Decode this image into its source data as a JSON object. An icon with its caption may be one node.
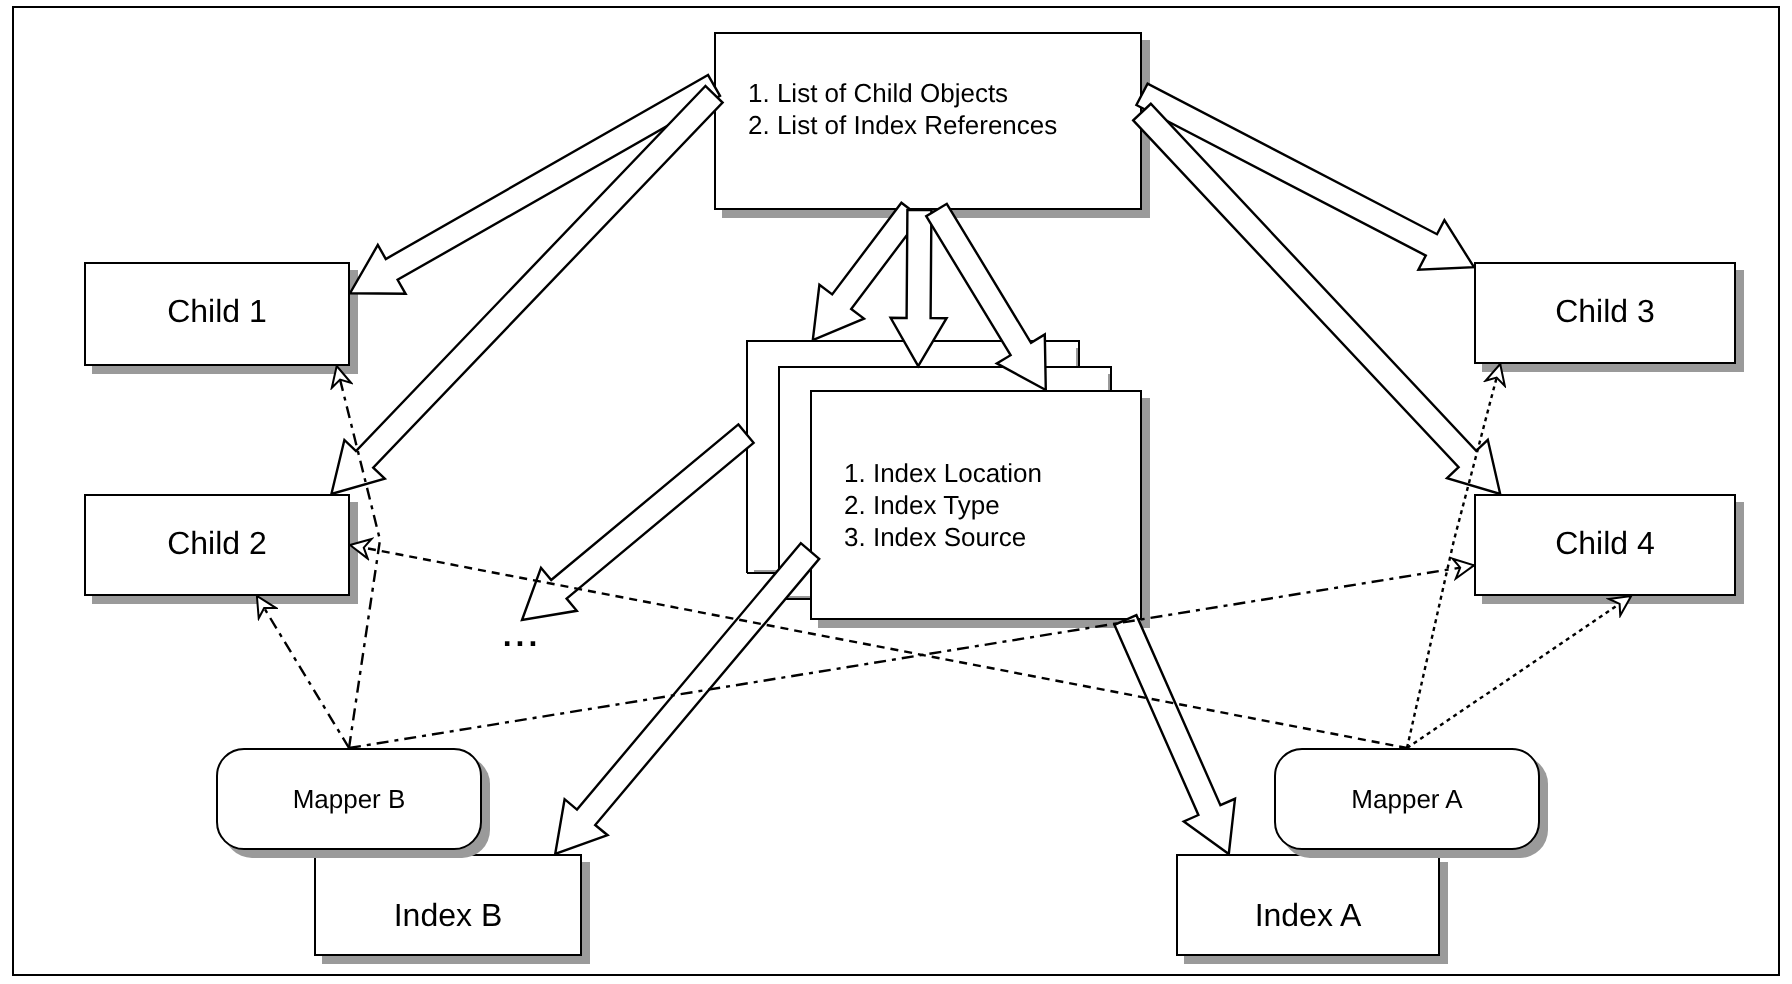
{
  "diagram": {
    "nodes": [
      {
        "text": [
          "1. List of Child Objects",
          "2. List of Index References"
        ]
      },
      {
        "text": [
          "Child 1"
        ]
      },
      {
        "text": [
          "Child 2"
        ]
      },
      {
        "text": [
          "Child 3"
        ]
      },
      {
        "text": [
          "Child 4"
        ]
      },
      {
        "text": [],
        "shape": "box"
      },
      {
        "text": [],
        "shape": "box"
      },
      {
        "text": [
          "1. Index Location",
          "2. Index Type",
          "3. Index Source"
        ]
      },
      {
        "text": [
          "..."
        ]
      },
      {
        "text": [
          "Mapper B"
        ]
      },
      {
        "text": [
          "Index B"
        ]
      },
      {
        "text": [
          "Mapper A"
        ]
      },
      {
        "text": [
          "Index A"
        ]
      }
    ],
    "edges": [
      {
        "from": 0,
        "to": 1,
        "arrow": "to",
        "style": "thick"
      },
      {
        "from": 0,
        "to": 2,
        "arrow": "to",
        "style": "thick"
      },
      {
        "from": 0,
        "to": 5,
        "arrow": "to",
        "style": "thick"
      },
      {
        "from": 0,
        "to": 6,
        "arrow": "to",
        "style": "thick"
      },
      {
        "from": 0,
        "to": 7,
        "arrow": "to",
        "style": "thick"
      },
      {
        "from": 0,
        "to": 3,
        "arrow": "to",
        "style": "thick"
      },
      {
        "from": 0,
        "to": 4,
        "arrow": "to",
        "style": "thick"
      },
      {
        "from": 5,
        "to": 8,
        "arrow": "to",
        "style": "thick"
      },
      {
        "from": 7,
        "to": 10,
        "arrow": "to",
        "style": "thick"
      },
      {
        "from": 7,
        "to": 12,
        "arrow": "to",
        "style": "thick"
      },
      {
        "from": 9,
        "to": 1,
        "arrow": "to",
        "style": "dashed"
      },
      {
        "from": 9,
        "to": 2,
        "arrow": "to",
        "style": "dashed"
      },
      {
        "from": 9,
        "to": 4,
        "arrow": "to",
        "style": "dashed"
      },
      {
        "from": 11,
        "to": 2,
        "arrow": "to",
        "style": "dashed"
      },
      {
        "from": 11,
        "to": 3,
        "arrow": "to",
        "style": "dashed"
      },
      {
        "from": 11,
        "to": 4,
        "arrow": "to",
        "style": "dashed"
      }
    ]
  }
}
